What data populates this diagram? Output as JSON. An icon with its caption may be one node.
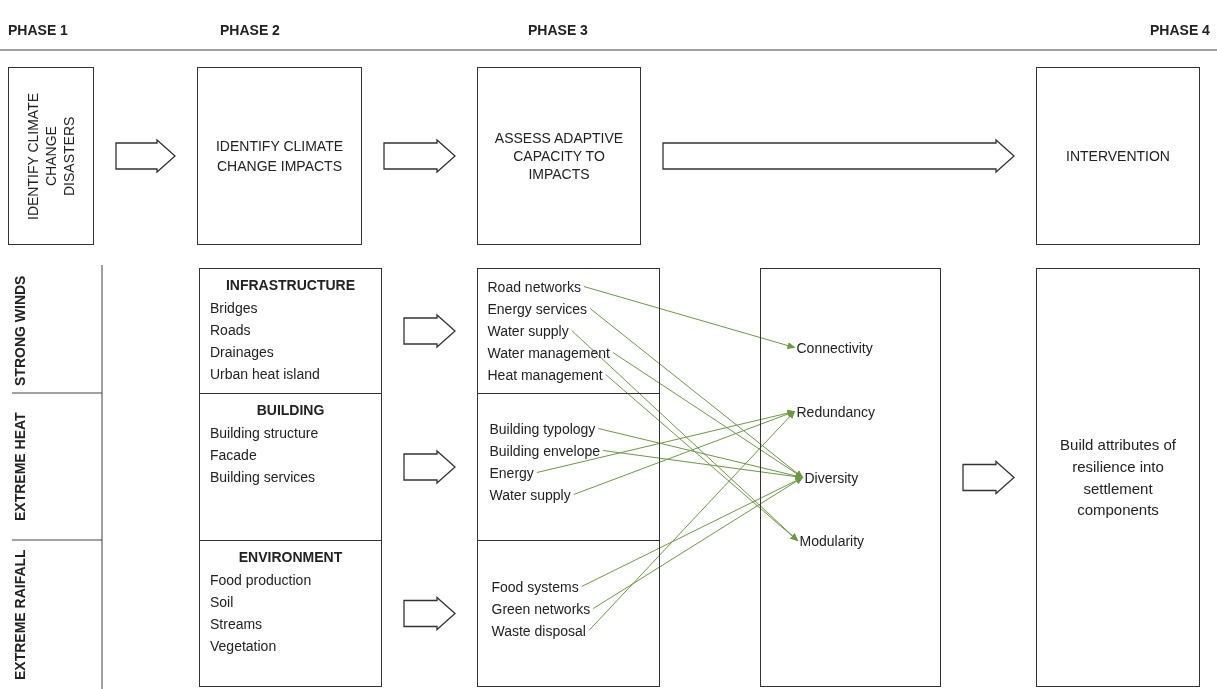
{
  "diagram": {
    "nodes": [
      {
        "text": [
          "IDENTIFY CLIMATE CHANGE DISASTERS"
        ]
      },
      {
        "text": [
          "IDENTIFY CLIMATE CHANGE IMPACTS"
        ]
      },
      {
        "text": [
          "ASSESS ADAPTIVE CAPACITY TO IMPACTS"
        ]
      },
      {
        "text": [
          "INTERVENTION"
        ]
      },
      {
        "text": [
          "INFRASTRUCTURE",
          "Bridges",
          "Roads",
          "Drainages",
          "Urban heat island"
        ]
      },
      {
        "text": [
          "BUILDING",
          "Building structure",
          "Facade",
          "Building services"
        ]
      },
      {
        "text": [
          "ENVIRONMENT",
          "Food production",
          "Soil",
          "Streams",
          "Vegetation"
        ]
      },
      {
        "text": [],
        "shape": "box"
      },
      {
        "text": [
          "Road networks"
        ],
        "in": 7
      },
      {
        "text": [
          "Energy services"
        ],
        "in": 7
      },
      {
        "text": [
          "Water supply"
        ],
        "in": 7
      },
      {
        "text": [
          "Water management"
        ],
        "in": 7
      },
      {
        "text": [
          "Heat management"
        ],
        "in": 7
      },
      {
        "text": [],
        "shape": "box"
      },
      {
        "text": [
          "Building typology"
        ],
        "in": 13
      },
      {
        "text": [
          "Building envelope"
        ],
        "in": 13
      },
      {
        "text": [
          "Energy"
        ],
        "in": 13
      },
      {
        "text": [
          "Water supply"
        ],
        "in": 13
      },
      {
        "text": [],
        "shape": "box"
      },
      {
        "text": [
          "Food systems"
        ],
        "in": 18
      },
      {
        "text": [
          "Green networks"
        ],
        "in": 18
      },
      {
        "text": [
          "Waste disposal"
        ],
        "in": 18
      },
      {
        "text": [],
        "shape": "box"
      },
      {
        "text": [
          "Connectivity"
        ],
        "in": 22
      },
      {
        "text": [
          "Redundancy"
        ],
        "in": 22
      },
      {
        "text": [
          "Diversity"
        ],
        "in": 22
      },
      {
        "text": [
          "Modularity"
        ],
        "in": 22
      },
      {
        "text": [
          "Build attributes of resilience into settlement components"
        ]
      }
    ],
    "edges": [
      {
        "from": 0,
        "to": 1,
        "arrow": "to",
        "style": "thick"
      },
      {
        "from": 1,
        "to": 2,
        "arrow": "to",
        "style": "thick"
      },
      {
        "from": 2,
        "to": 3,
        "arrow": "to",
        "style": "thick"
      },
      {
        "from": 4,
        "to": 7,
        "arrow": "to",
        "style": "thick"
      },
      {
        "from": 5,
        "to": 13,
        "arrow": "to",
        "style": "thick"
      },
      {
        "from": 6,
        "to": 18,
        "arrow": "to",
        "style": "thick"
      },
      {
        "from": 22,
        "to": 27,
        "arrow": "to",
        "style": "thick"
      },
      {
        "from": 8,
        "to": 23,
        "arrow": "to",
        "color": "#6b9a3f"
      },
      {
        "from": 9,
        "to": 25,
        "arrow": "to",
        "color": "#6b9a3f"
      },
      {
        "from": 10,
        "to": 26,
        "arrow": "to",
        "color": "#6b9a3f"
      },
      {
        "from": 11,
        "to": 25,
        "arrow": "to",
        "color": "#6b9a3f"
      },
      {
        "from": 12,
        "to": 26,
        "arrow": "to",
        "color": "#6b9a3f"
      },
      {
        "from": 14,
        "to": 25,
        "arrow": "to",
        "color": "#6b9a3f"
      },
      {
        "from": 15,
        "to": 25,
        "arrow": "to",
        "color": "#6b9a3f"
      },
      {
        "from": 16,
        "to": 24,
        "arrow": "to",
        "color": "#6b9a3f"
      },
      {
        "from": 17,
        "to": 24,
        "arrow": "to",
        "color": "#6b9a3f"
      },
      {
        "from": 19,
        "to": 25,
        "arrow": "to",
        "color": "#6b9a3f"
      },
      {
        "from": 20,
        "to": 25,
        "arrow": "to",
        "color": "#6b9a3f"
      },
      {
        "from": 21,
        "to": 24,
        "arrow": "to",
        "color": "#6b9a3f"
      }
    ],
    "labels": [
      "PHASE 1",
      "PHASE 2",
      "PHASE 3",
      "PHASE 4",
      "STRONG WINDS",
      "EXTREME HEAT",
      "EXTREME RAIFALL"
    ]
  }
}
